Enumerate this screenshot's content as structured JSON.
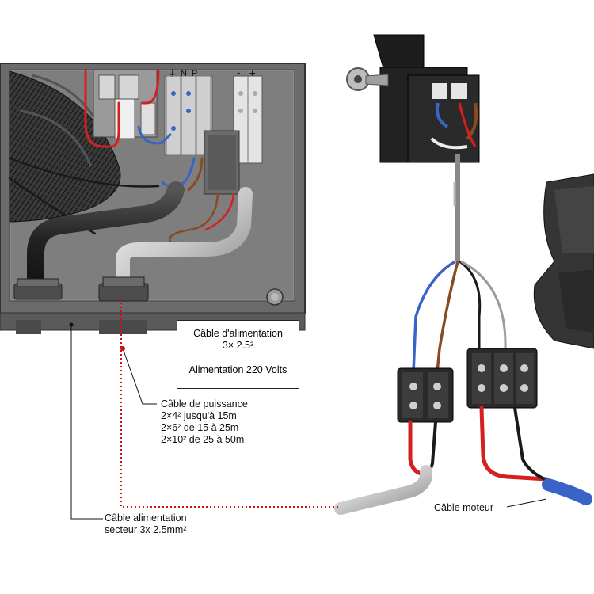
{
  "terminal_labels": {
    "ground": "⏚",
    "neutral": "N",
    "phase": "P",
    "minus": "-",
    "plus": "+"
  },
  "box_label": {
    "line1": "Câble d'alimentation",
    "line2": "3× 2.5²",
    "line3": "Alimentation 220 Volts"
  },
  "power_cable_label": {
    "line1": "Câble de puissance",
    "line2": "2×4² jusqu'à 15m",
    "line3": "2×6² de 15 à 25m",
    "line4": "2×10² de 25 à 50m"
  },
  "mains_cable_label": {
    "line1": "Câble alimentation",
    "line2": "secteur 3x 2.5mm²"
  },
  "motor_cable_label": "Câble moteur",
  "colors": {
    "red": "#d42020",
    "blue": "#3a63c8",
    "brown": "#8a4a22",
    "black": "#1a1a1a",
    "grey_wire": "#9a9a9a",
    "housing": "#5a5a5a",
    "dotted_route": "#cc1111"
  }
}
